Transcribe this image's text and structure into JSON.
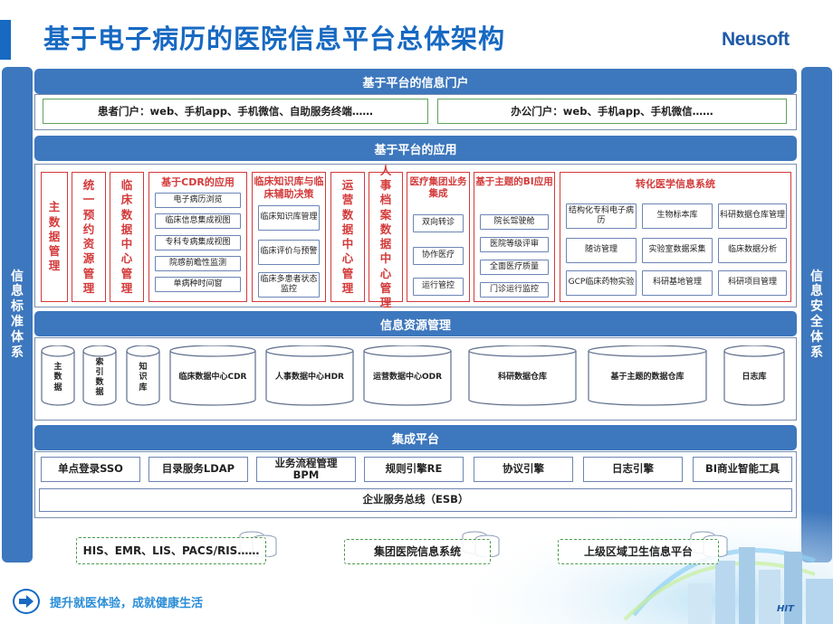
{
  "title": "基于电子病历的医院信息平台总体架构",
  "brand": {
    "logo": "Neusoft",
    "corner": "HIT",
    "color": "#1f5aa8"
  },
  "side": {
    "left": "信息标准体系",
    "right": "信息安全体系"
  },
  "portal": {
    "header": "基于平台的信息门户",
    "items": [
      "患者门户：web、手机app、手机微信、自助服务终端……",
      "办公门户：web、手机app、手机微信……"
    ]
  },
  "apps": {
    "header": "基于平台的应用",
    "vertical": [
      "主数据管理",
      "统一预约资源管理",
      "临床数据中心管理",
      "运营数据中心管理",
      "人事档案数据中心管理"
    ],
    "cdr": {
      "title": "基于CDR的应用",
      "items": [
        "电子病历浏览",
        "临床信息集成视图",
        "专科专病集成视图",
        "院感前瞻性监测",
        "单病种时间窗"
      ]
    },
    "knowledge": {
      "title": "临床知识库与临床辅助决策",
      "items": [
        "临床知识库管理",
        "临床评价与预警",
        "临床多患者状态监控"
      ]
    },
    "group": {
      "title": "医疗集团业务集成",
      "items": [
        "双向转诊",
        "协作医疗",
        "运行管控"
      ]
    },
    "bi": {
      "title": "基于主题的BI应用",
      "items": [
        "院长驾驶舱",
        "医院等级评审",
        "全面医疗质量",
        "门诊运行监控"
      ]
    },
    "trans": {
      "title": "转化医学信息系统",
      "items": [
        "结构化专科电子病历",
        "生物标本库",
        "科研数据仓库管理",
        "随访管理",
        "实验室数据采集",
        "临床数据分析",
        "GCP临床药物实验",
        "科研基地管理",
        "科研项目管理"
      ]
    }
  },
  "resources": {
    "header": "信息资源管理",
    "stores": [
      "主数据",
      "索引数据",
      "知识库",
      "临床数据中心CDR",
      "人事数据中心HDR",
      "运营数据中心ODR",
      "科研数据仓库",
      "基于主题的数据仓库",
      "日志库"
    ]
  },
  "integration": {
    "header": "集成平台",
    "items": [
      "单点登录SSO",
      "目录服务LDAP",
      "业务流程管理BPM",
      "规则引擎RE",
      "协议引擎",
      "日志引擎",
      "BI商业智能工具"
    ],
    "esb": "企业服务总线（ESB）"
  },
  "external": [
    "HIS、EMR、LIS、PACS/RIS……",
    "集团医院信息系统",
    "上级区域卫生信息平台"
  ],
  "footer": "提升就医体验，成就健康生活",
  "colors": {
    "blue": "#3d77bd",
    "red": "#d43a3a",
    "green": "#5fa35f"
  }
}
